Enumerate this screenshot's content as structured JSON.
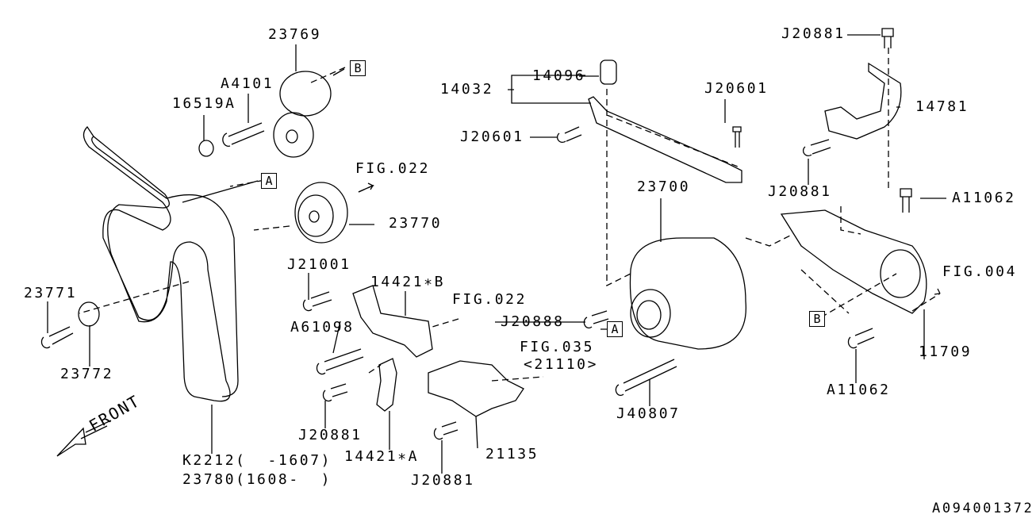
{
  "diagram_title_code": "A094001372",
  "front_label": "FRONT",
  "callout_boxes": {
    "a_top": "A",
    "b_top": "B",
    "a_alt": "A",
    "b_bracket": "B"
  },
  "labels": {
    "p23769": "23769",
    "a4101": "A4101",
    "p16519a": "16519A",
    "fig022_top": "FIG.022",
    "p23770": "23770",
    "p14032": "14032",
    "p14096": "14096",
    "j20601_right": "J20601",
    "j20601_left": "J20601",
    "j20881_top": "J20881",
    "p14781": "14781",
    "j20881_mid": "J20881",
    "a11062_top": "A11062",
    "p23700": "23700",
    "fig004": "FIG.004",
    "p11709": "11709",
    "a11062_bottom": "A11062",
    "p23771": "23771",
    "p23772": "23772",
    "j21001": "J21001",
    "p14421b": "14421∗B",
    "fig022_mid": "FIG.022",
    "a61098": "A61098",
    "fig035": "FIG.035",
    "p21110": "<21110>",
    "j20888": "J20888",
    "j40807": "J40807",
    "p21135": "21135",
    "j20881_left": "J20881",
    "p14421a": "14421∗A",
    "j20881_bottom": "J20881",
    "k2212": "K2212(  -1607)",
    "p23780": "23780(1608-  )"
  }
}
